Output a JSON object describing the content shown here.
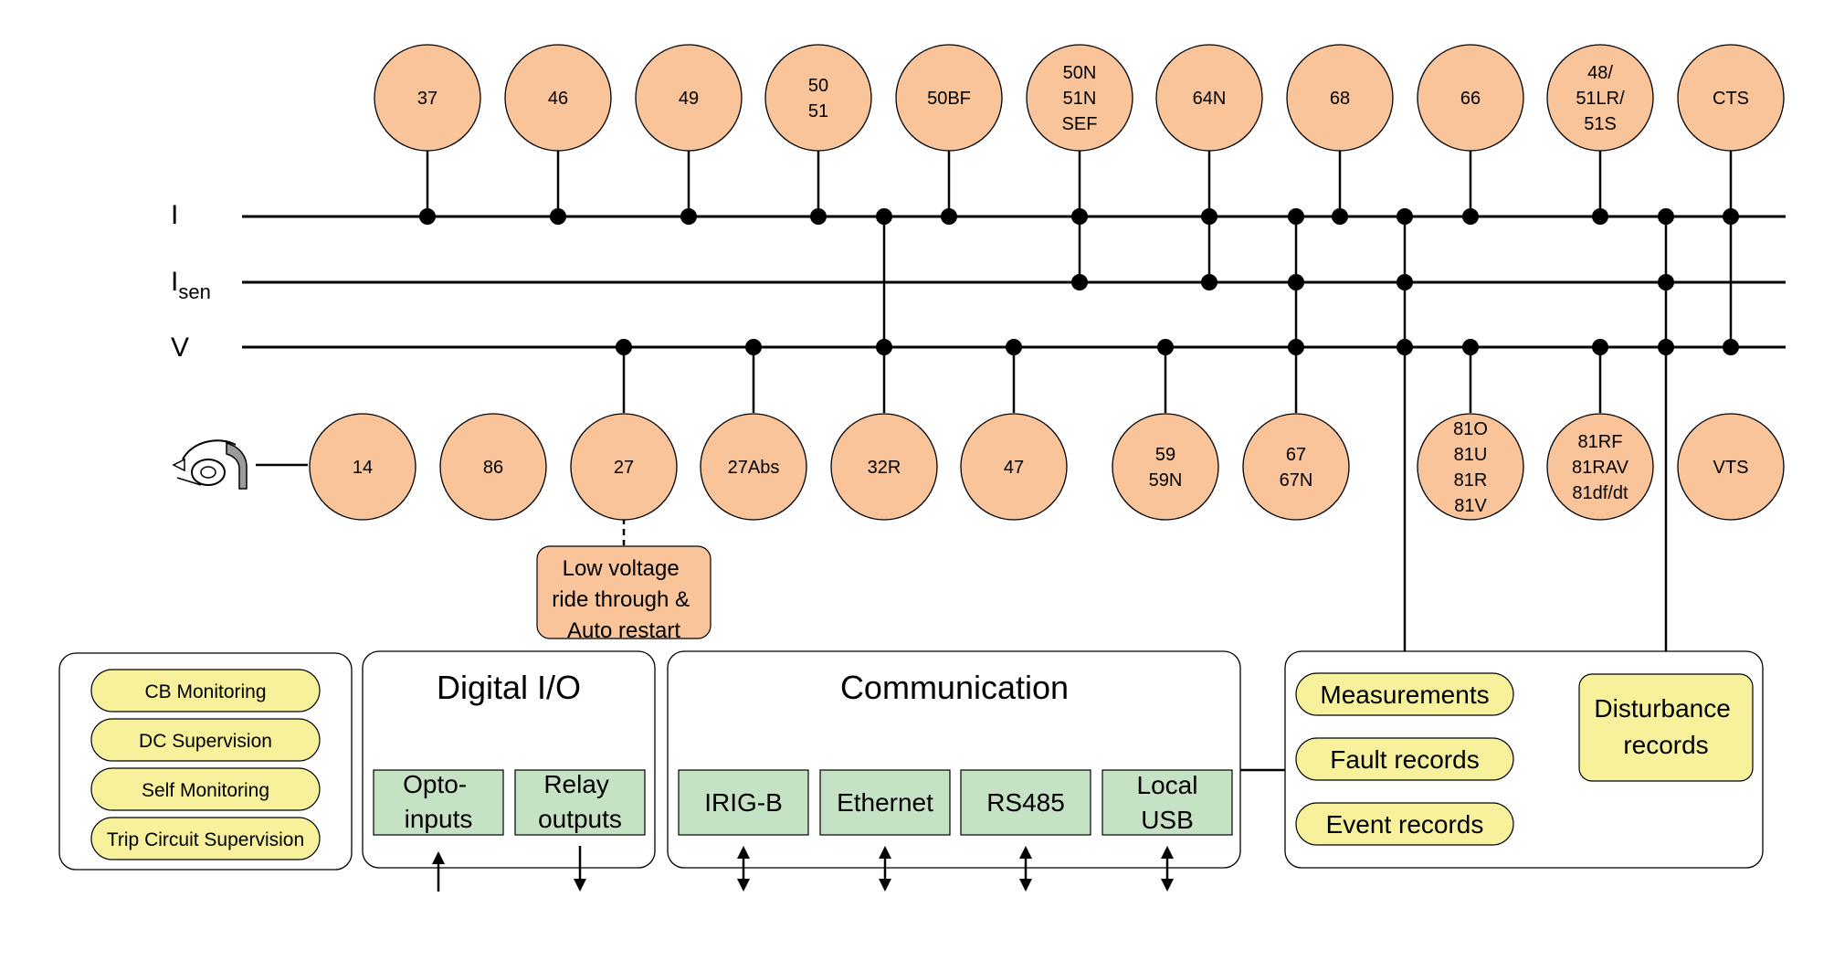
{
  "buses": {
    "i": "I",
    "isen_main": "I",
    "isen_sub": "sen",
    "v": "V"
  },
  "top_functions": [
    {
      "lines": [
        "37"
      ]
    },
    {
      "lines": [
        "46"
      ]
    },
    {
      "lines": [
        "49"
      ]
    },
    {
      "lines": [
        "50",
        "51"
      ]
    },
    {
      "lines": [
        "50BF"
      ]
    },
    {
      "lines": [
        "50N",
        "51N",
        "SEF"
      ]
    },
    {
      "lines": [
        "64N"
      ]
    },
    {
      "lines": [
        "68"
      ]
    },
    {
      "lines": [
        "66"
      ]
    },
    {
      "lines": [
        "48/",
        "51LR/",
        "51S"
      ]
    },
    {
      "lines": [
        "CTS"
      ]
    }
  ],
  "bottom_functions": [
    {
      "lines": [
        "14"
      ]
    },
    {
      "lines": [
        "86"
      ]
    },
    {
      "lines": [
        "27"
      ]
    },
    {
      "lines": [
        "27Abs"
      ]
    },
    {
      "lines": [
        "32R"
      ]
    },
    {
      "lines": [
        "47"
      ]
    },
    {
      "lines": [
        "59",
        "59N"
      ]
    },
    {
      "lines": [
        "67",
        "67N"
      ]
    },
    {
      "lines": [
        "81O",
        "81U",
        "81R",
        "81V"
      ]
    },
    {
      "lines": [
        "81RF",
        "81RAV",
        "81df/dt"
      ]
    },
    {
      "lines": [
        "VTS"
      ]
    }
  ],
  "lvrt_box": {
    "lines": [
      "Low voltage",
      "ride through &",
      "Auto restart"
    ]
  },
  "monitoring": {
    "items": [
      "CB Monitoring",
      "DC Supervision",
      "Self Monitoring",
      "Trip Circuit Supervision"
    ]
  },
  "digital_io": {
    "title": "Digital I/O",
    "opto": [
      "Opto-",
      "inputs"
    ],
    "relay": [
      "Relay",
      "outputs"
    ]
  },
  "communication": {
    "title": "Communication",
    "ports": [
      {
        "lines": [
          "IRIG-B"
        ]
      },
      {
        "lines": [
          "Ethernet"
        ]
      },
      {
        "lines": [
          "RS485"
        ]
      },
      {
        "lines": [
          "Local",
          "USB"
        ]
      }
    ]
  },
  "records": {
    "items": [
      "Measurements",
      "Fault records",
      "Event records"
    ],
    "disturbance": [
      "Disturbance",
      "records"
    ]
  },
  "colors": {
    "function_fill": "#f9c49a",
    "pill_fill": "#f6f19a",
    "port_fill": "#c6e2c4"
  },
  "icons": {
    "motor": "motor-icon"
  }
}
